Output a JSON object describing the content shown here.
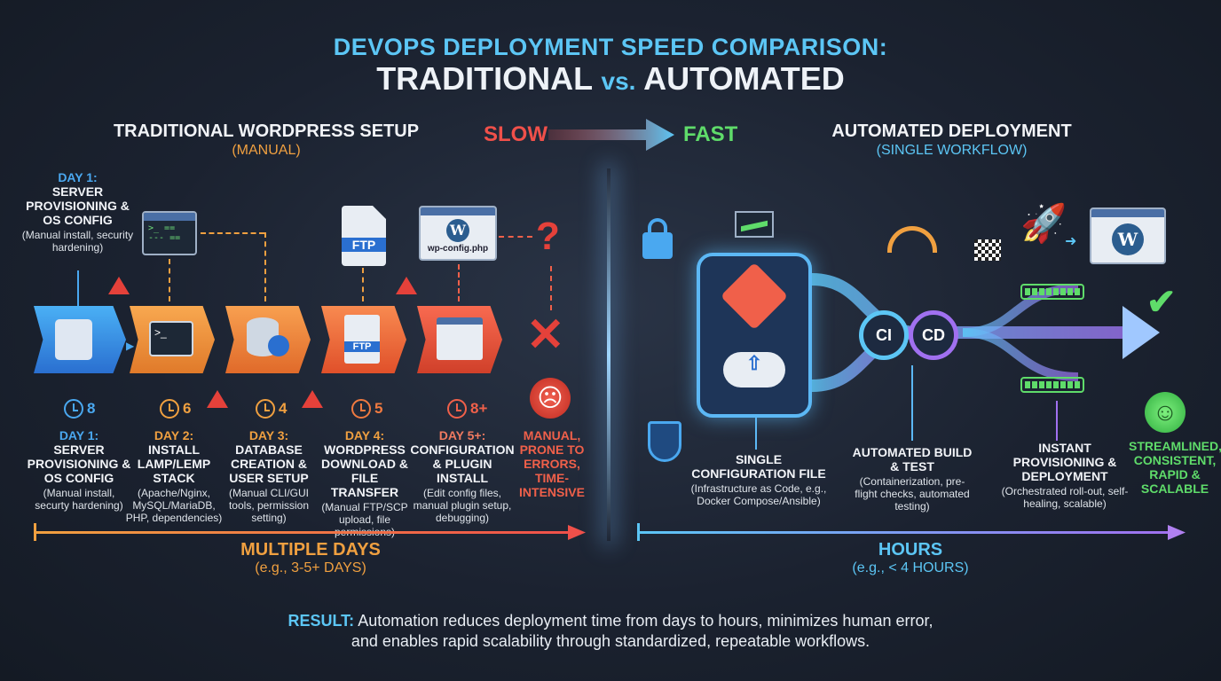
{
  "title": {
    "line1": "DEVOPS DEPLOYMENT SPEED COMPARISON:",
    "line2_a": "TRADITIONAL",
    "line2_vs": "vs.",
    "line2_b": "AUTOMATED"
  },
  "left": {
    "title": "TRADITIONAL WORDPRESS SETUP",
    "subtitle": "(MANUAL)",
    "top_callout": {
      "day": "DAY 1:",
      "title": "SERVER PROVISIONING & OS CONFIG",
      "desc": "(Manual install, security hardening)"
    },
    "steps": [
      {
        "hours": "8",
        "day": "DAY 1:",
        "title": "SERVER PROVISIONING & OS CONFIG",
        "desc": "(Manual install, securty hardening)",
        "color": "#4aa8f0"
      },
      {
        "hours": "6",
        "day": "DAY 2:",
        "title": "INSTALL LAMP/LEMP STACK",
        "desc": "(Apache/Nginx, MySQL/MariaDB, PHP, dependencies)",
        "color": "#f0a040"
      },
      {
        "hours": "4",
        "day": "DAY 3:",
        "title": "DATABASE CREATION & USER SETUP",
        "desc": "(Manual CLI/GUI tools, permission setting)",
        "color": "#f0a040"
      },
      {
        "hours": "5",
        "day": "DAY 4:",
        "title": "WORDPRESS DOWNLOAD & FILE TRANSFER",
        "desc": "(Manual FTP/SCP upload, file permissions)",
        "color": "#f07a40"
      },
      {
        "hours": "8+",
        "day": "DAY 5+:",
        "title": "CONFIGURATION & PLUGIN INSTALL",
        "desc": "(Edit config files, manual plugin setup, debugging)",
        "color": "#f0604a"
      }
    ],
    "icons": {
      "ftp": "FTP",
      "wp_config": "wp-config.php",
      "question": "?"
    },
    "outcome": "MANUAL, PRONE TO ERRORS, TIME-INTENSIVE",
    "timeline": {
      "label": "MULTIPLE DAYS",
      "example": "(e.g., 3-5+ DAYS)"
    }
  },
  "speed": {
    "slow": "SLOW",
    "fast": "FAST"
  },
  "right": {
    "title": "AUTOMATED DEPLOYMENT",
    "subtitle": "(SINGLE WORKFLOW)",
    "ci": "CI",
    "cd": "CD",
    "stages": [
      {
        "title": "SINGLE CONFIGURATION FILE",
        "desc": "(Infrastructure as Code, e.g., Docker Compose/Ansible)"
      },
      {
        "title": "AUTOMATED BUILD & TEST",
        "desc": "(Containerization, pre-flight checks, automated testing)"
      },
      {
        "title": "INSTANT PROVISIONING & DEPLOYMENT",
        "desc": "(Orchestrated roll-out, self-healing, scalable)"
      }
    ],
    "outcome": "STREAMLINED, CONSISTENT, RAPID & SCALABLE",
    "timeline": {
      "label": "HOURS",
      "example": "(e.g., < 4 HOURS)"
    }
  },
  "result": {
    "label": "RESULT:",
    "line1": "Automation reduces deployment time from days to hours, minimizes human error,",
    "line2": "and enables rapid scalability through standardized, repeatable workflows."
  },
  "colors": {
    "cyan": "#5cc6f5",
    "orange": "#f0a040",
    "red": "#e5413a",
    "green": "#5fdc6a",
    "purple": "#a070f0"
  }
}
